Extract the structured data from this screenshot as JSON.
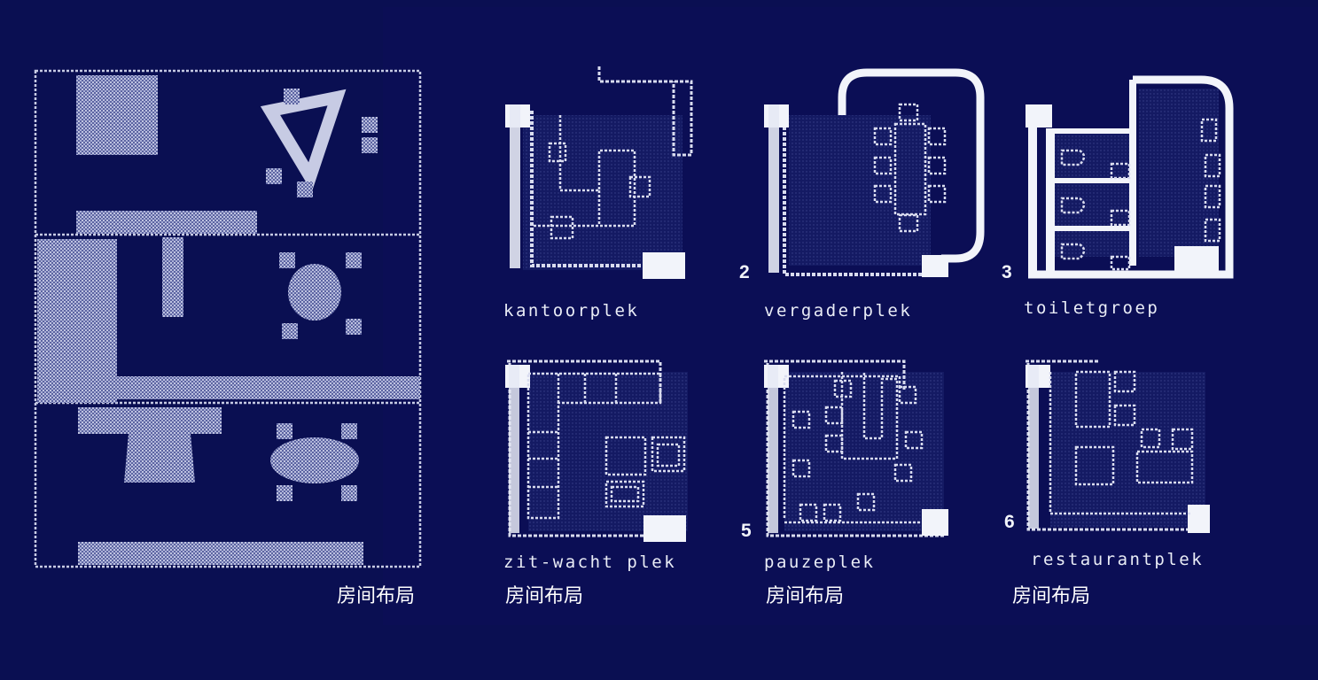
{
  "plans": [
    {
      "label": "kantoorplek",
      "number": ""
    },
    {
      "label": "vergaderplek",
      "number": "2"
    },
    {
      "label": "toiletgroep",
      "number": "3"
    },
    {
      "label": "zit-wacht plek",
      "number": ""
    },
    {
      "label": "pauzeplek",
      "number": "5"
    },
    {
      "label": "restaurantplek",
      "number": "6"
    }
  ],
  "captions": [
    "房间布局",
    "房间布局",
    "房间布局",
    "房间布局"
  ],
  "colors": {
    "background": "#0a0f52",
    "line": "#e6e9f4",
    "fill": "#8e96c6"
  }
}
